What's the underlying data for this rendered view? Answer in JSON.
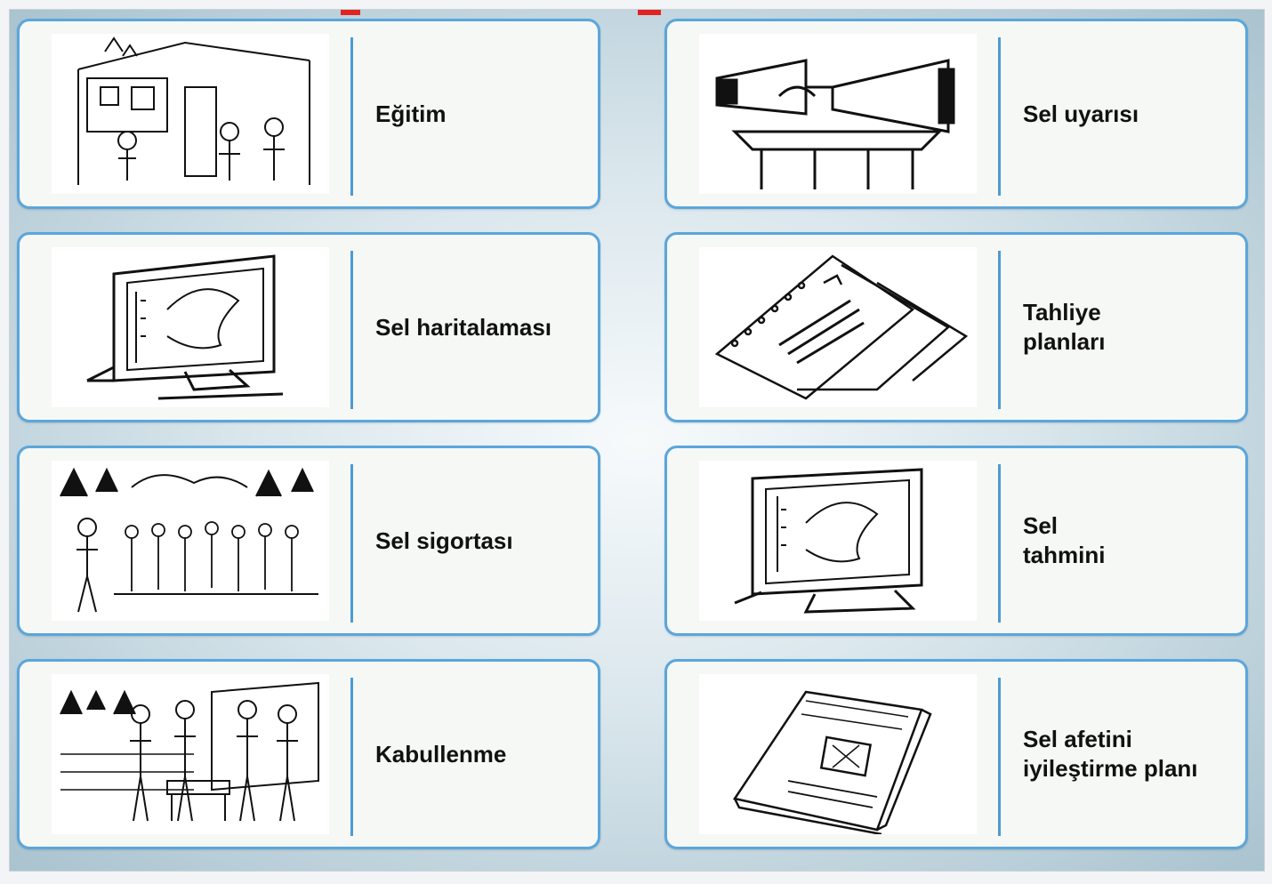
{
  "cards": [
    {
      "label": "Eğitim",
      "icon": "training-tent-icon"
    },
    {
      "label": "Sel uyarısı",
      "icon": "siren-megaphone-icon"
    },
    {
      "label": "Sel haritalaması",
      "icon": "monitor-map-icon"
    },
    {
      "label": "Tahliye\nplanları",
      "icon": "evacuation-plan-documents-icon"
    },
    {
      "label": "Sel sigortası",
      "icon": "crowd-people-icon"
    },
    {
      "label": "Sel\ntahmini",
      "icon": "monitor-map-icon"
    },
    {
      "label": "Kabullenme",
      "icon": "people-gathering-icon"
    },
    {
      "label": "Sel afetini\niyileştirme planı",
      "icon": "recovery-plan-booklet-icon"
    }
  ],
  "colors": {
    "card_border": "#5aa6dc",
    "divider": "#4c9bd6",
    "card_bg": "#f6f8f5",
    "accent_red": "#e02424"
  }
}
